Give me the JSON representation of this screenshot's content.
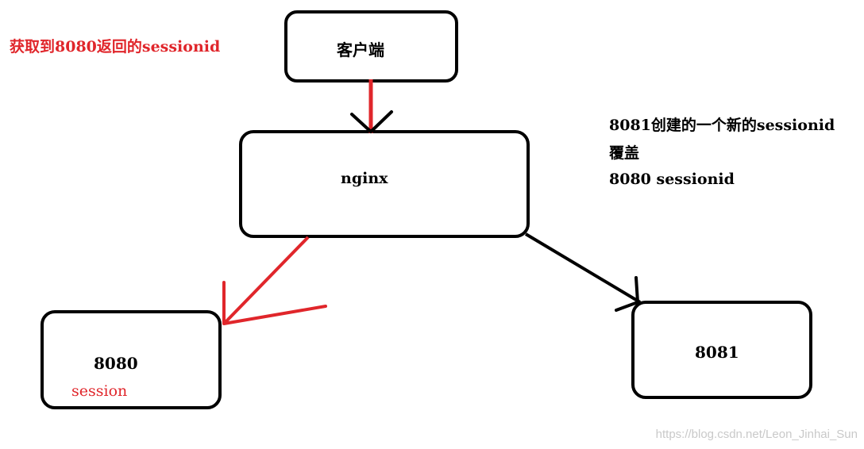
{
  "annotation_left": "获取到8080返回的sessionid",
  "nodes": {
    "client": {
      "label": "客户端"
    },
    "nginx": {
      "label": "nginx"
    },
    "server_8080": {
      "label": "8080",
      "sublabel": "session"
    },
    "server_8081": {
      "label": "8081"
    }
  },
  "annotation_right": {
    "line1": "8081创建的一个新的sessionid",
    "line2": "覆盖",
    "line3": "8080 sessionid"
  },
  "watermark": "https://blog.csdn.net/Leon_Jinhai_Sun",
  "colors": {
    "red": "#e0262b",
    "black": "#000000",
    "watermark": "#c9c9c9"
  }
}
